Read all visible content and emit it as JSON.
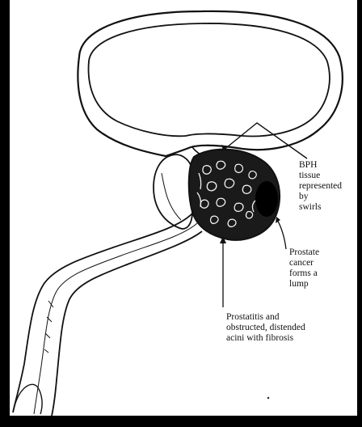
{
  "colors": {
    "background": "#ffffff",
    "frame": "#000000",
    "ink": "#111111"
  },
  "labels": {
    "bph": [
      "BPH",
      "tissue",
      "represented",
      "by",
      "swirls"
    ],
    "cancer": [
      "Prostate",
      "cancer",
      "forms a",
      "lump"
    ],
    "prostatitis": [
      "Prostatitis and",
      "obstructed, distended",
      "acini with fibrosis"
    ]
  }
}
